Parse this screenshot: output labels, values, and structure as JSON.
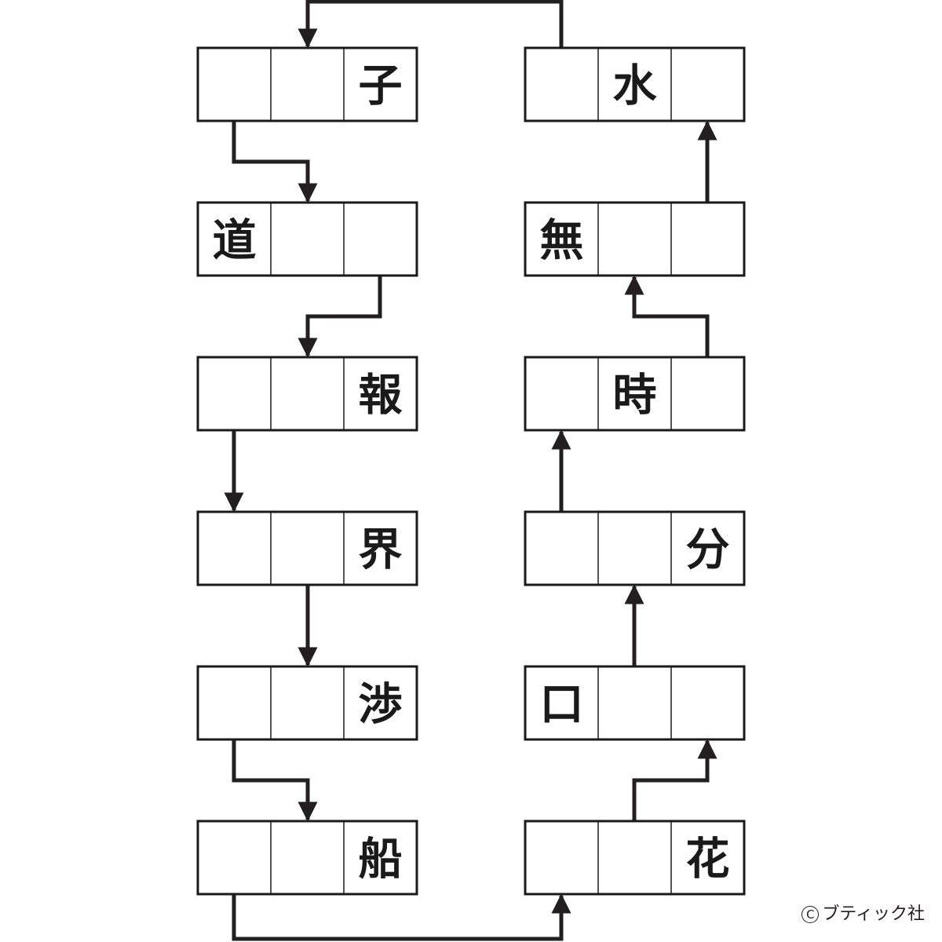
{
  "puzzle": {
    "colors": {
      "line": "#231f20",
      "box_border": "#1a1a1a",
      "background": "#ffffff"
    },
    "left_column": [
      {
        "id": "L1",
        "cells": [
          "",
          "",
          "子"
        ]
      },
      {
        "id": "L2",
        "cells": [
          "道",
          "",
          ""
        ]
      },
      {
        "id": "L3",
        "cells": [
          "",
          "",
          "報"
        ]
      },
      {
        "id": "L4",
        "cells": [
          "",
          "",
          "界"
        ]
      },
      {
        "id": "L5",
        "cells": [
          "",
          "",
          "渉"
        ]
      },
      {
        "id": "L6",
        "cells": [
          "",
          "",
          "船"
        ]
      }
    ],
    "right_column": [
      {
        "id": "R1",
        "cells": [
          "",
          "水",
          ""
        ]
      },
      {
        "id": "R2",
        "cells": [
          "無",
          "",
          ""
        ]
      },
      {
        "id": "R3",
        "cells": [
          "",
          "時",
          ""
        ]
      },
      {
        "id": "R4",
        "cells": [
          "",
          "",
          "分"
        ]
      },
      {
        "id": "R5",
        "cells": [
          "口",
          "",
          ""
        ]
      },
      {
        "id": "R6",
        "cells": [
          "",
          "",
          "花"
        ]
      }
    ],
    "flow_order": [
      "R1",
      "L1",
      "L2",
      "L3",
      "L4",
      "L5",
      "L6",
      "R6",
      "R5",
      "R4",
      "R3",
      "R2",
      "R1"
    ]
  },
  "credit": {
    "mark": "C",
    "text": "ブティック社"
  }
}
